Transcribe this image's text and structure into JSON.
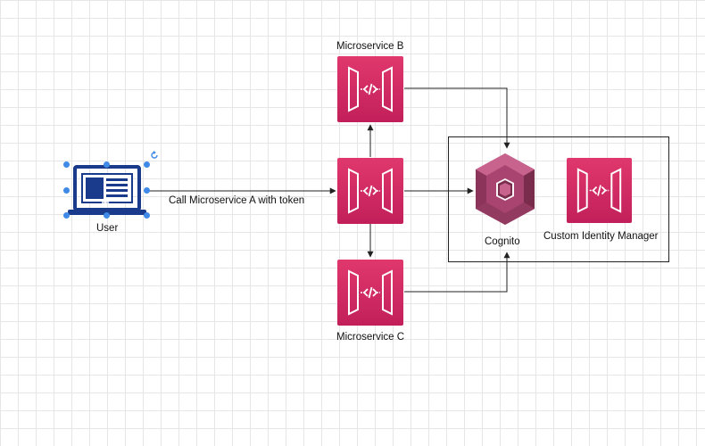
{
  "nodes": {
    "user": {
      "label": "User"
    },
    "microservice_a": {
      "label": ""
    },
    "microservice_b": {
      "label": "Microservice B"
    },
    "microservice_c": {
      "label": "Microservice C"
    },
    "cognito": {
      "label": "Cognito"
    },
    "custom_identity_manager": {
      "label": "Custom Identity Manager"
    }
  },
  "edges": {
    "user_to_a": {
      "label": "Call Microservice A with token"
    }
  },
  "icons": {
    "user": "laptop-icon",
    "service": "api-gateway-icon",
    "cognito": "cognito-icon"
  },
  "colors": {
    "service_fill": "#d12a63",
    "cognito_fill": "#a8446f",
    "user_icon": "#1a3a8c",
    "selection_handle": "#3e8ae6",
    "edge": "#222222"
  }
}
